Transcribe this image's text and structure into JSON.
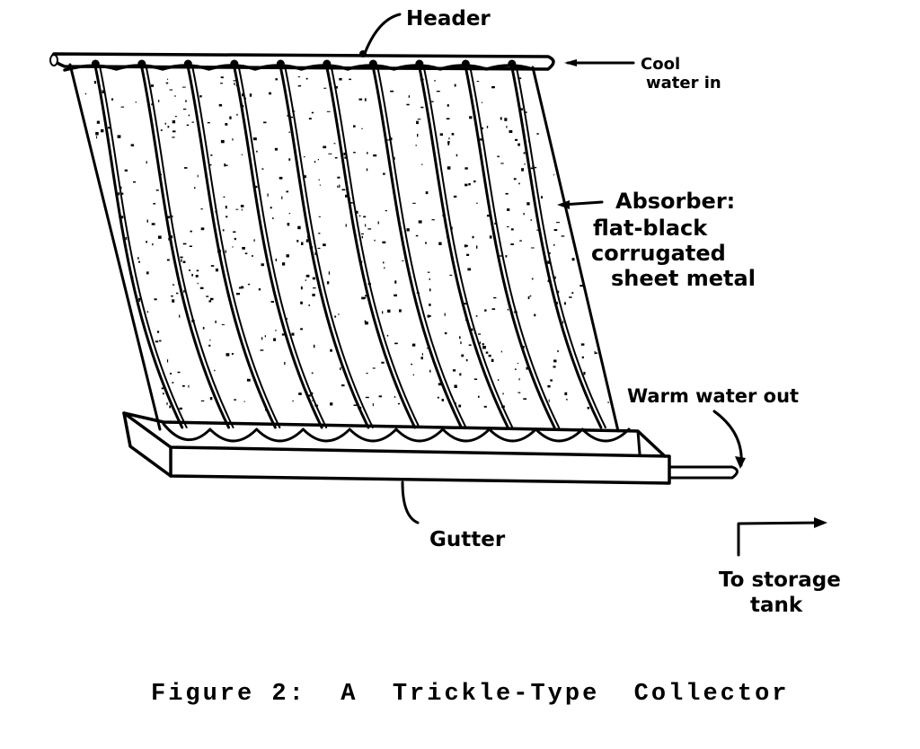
{
  "figure": {
    "caption": "Figure 2:  A  Trickle-Type  Collector",
    "colors": {
      "ink": "#000000",
      "paper": "#ffffff"
    },
    "corrugation_count": 10,
    "labels": {
      "header": "Header",
      "cool_water_line1": "Cool",
      "cool_water_line2": "water in",
      "absorber_line1": "Absorber:",
      "absorber_line2": "flat-black",
      "absorber_line3": "corrugated",
      "absorber_line4": "sheet metal",
      "warm_water": "Warm water out",
      "gutter": "Gutter",
      "storage_line1": "To storage",
      "storage_line2": "tank"
    }
  }
}
